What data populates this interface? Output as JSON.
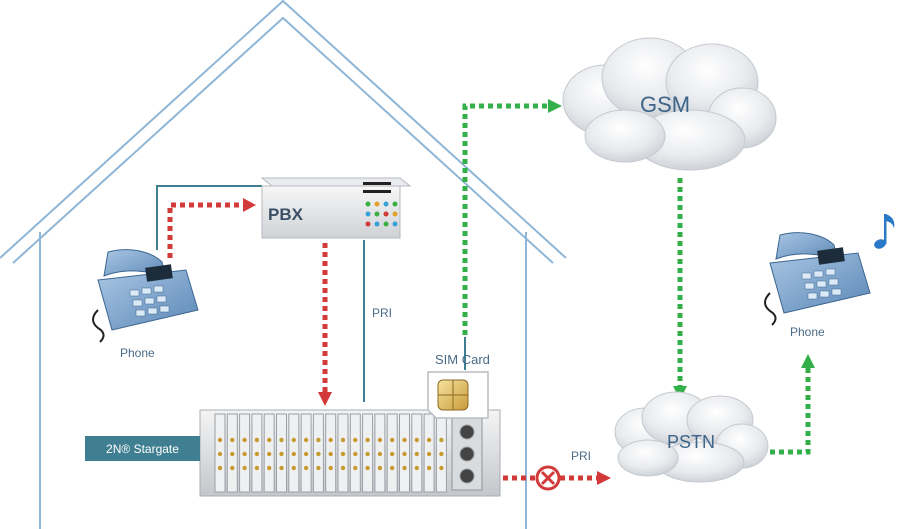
{
  "labels": {
    "pbx": "PBX",
    "phone_left": "Phone",
    "phone_right": "Phone",
    "pri_inner": "PRI",
    "pri_outer": "PRI",
    "sim_card": "SIM Card",
    "stargate": "2N® Stargate",
    "gsm": "GSM",
    "pstn": "PSTN"
  },
  "colors": {
    "house": "#8fb6d6",
    "red_dots": "#d23a3a",
    "green_dots": "#33b04a",
    "wire": "#3f7f91",
    "tag": "#3f7f91",
    "cloud": "#e3e6ea"
  },
  "icons": [
    "phone-icon",
    "music-note-icon",
    "sim-card-icon",
    "blocked-icon"
  ]
}
